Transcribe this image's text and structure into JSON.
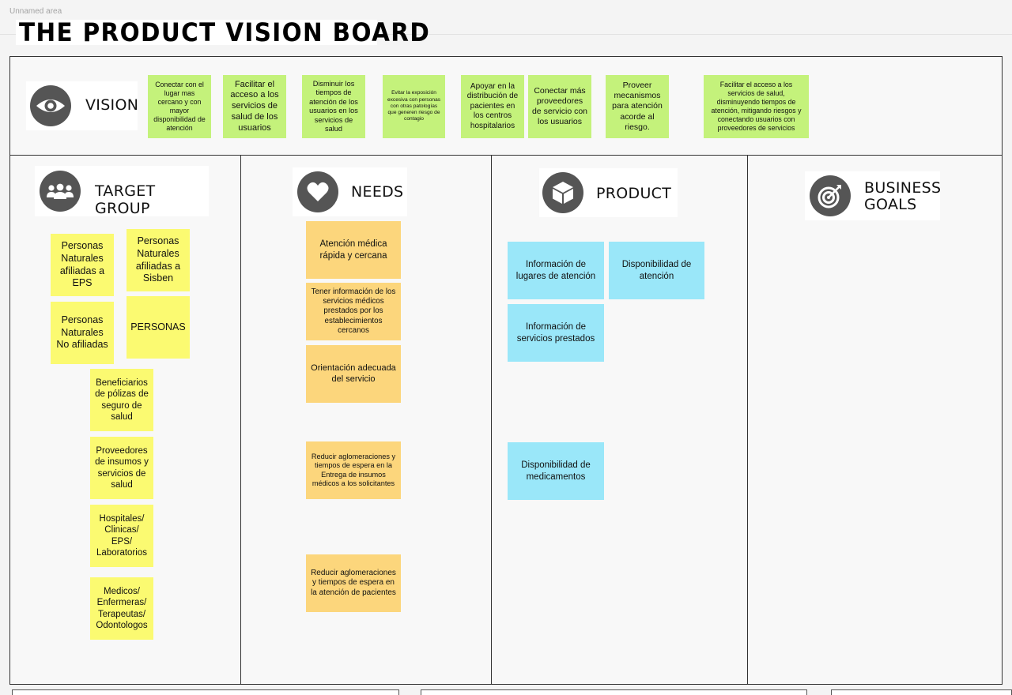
{
  "area_label": "Unnamed area",
  "board_title": "THE PRODUCT VISION BOARD",
  "sections": {
    "vision": "VISION",
    "target_group": "TARGET GROUP",
    "needs": "NEEDS",
    "product": "PRODUCT",
    "business_goals_line1": "BUSINESS",
    "business_goals_line2": "GOALS"
  },
  "icons": {
    "vision": "eye-icon",
    "target_group": "group-icon",
    "needs": "heart-icon",
    "product": "box-icon",
    "business_goals": "target-icon"
  },
  "colors": {
    "green_note": "#c4f27b",
    "yellow_note": "#fbfa71",
    "orange_note": "#fcd67c",
    "blue_note": "#9ae7f9",
    "icon_circle": "#555555"
  },
  "vision_notes": [
    "Conectar con el lugar mas cercano y con mayor disponibilidad de atención",
    "Facilitar el acceso a los servicios de salud de los usuarios",
    "Disminuir los tiempos de atención de los usuarios en los servicios de salud",
    "Evitar la exposición excesiva con personas con otras patologías que generen riesgo de contagio",
    "Apoyar en la distribución de pacientes en los centros hospitalarios",
    "Conectar más proveedores de servicio con los usuarios",
    "Proveer mecanismos para atención acorde al riesgo.",
    "Facilitar el acceso a los servicios de salud, disminuyendo tiempos de atención, mitigando riesgos y conectando usuarios con proveedores de servicios"
  ],
  "target_notes": [
    "Personas Naturales afiliadas a EPS",
    "Personas Naturales afiliadas a Sisben",
    "Personas Naturales No afiliadas",
    "PERSONAS",
    "Beneficiarios de pólizas de seguro de salud",
    "Proveedores de insumos y servicios de salud",
    "Hospitales/ Clinicas/ EPS/ Laboratorios",
    "Medicos/ Enfermeras/ Terapeutas/ Odontologos"
  ],
  "needs_notes": [
    "Atención médica rápida y cercana",
    "Tener información de los servicios médicos prestados por los establecimientos cercanos",
    "Orientación adecuada del servicio",
    "Reducir aglomeraciones y tiempos de espera en la Entrega de insumos médicos a los solicitantes",
    "Reducir aglomeraciones y tiempos de espera en la atención de pacientes"
  ],
  "product_notes": [
    "Información de lugares de atención",
    "Disponibilidad de atención",
    "Información de servicios prestados",
    "Disponibilidad de medicamentos"
  ]
}
